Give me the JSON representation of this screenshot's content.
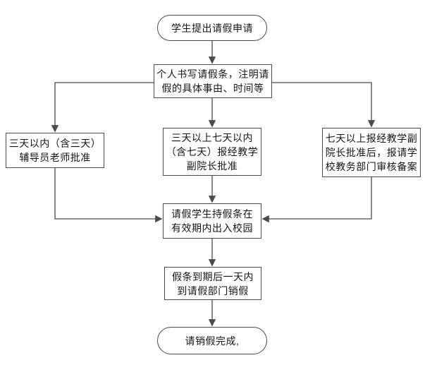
{
  "diagram": {
    "type": "flowchart",
    "nodes": {
      "start": {
        "shape": "stadium",
        "label": [
          "学生提出请假申请"
        ]
      },
      "write": {
        "shape": "rectangle",
        "label": [
          "个人书写请假条，注明请",
          "假的具体事由、时间等"
        ]
      },
      "within3": {
        "shape": "rectangle",
        "label": [
          "三天以内（含三天）",
          "辅导员老师批准"
        ]
      },
      "days3to7": {
        "shape": "rectangle",
        "label": [
          "三天以上七天以内",
          "（含七天）报经教学",
          "副院长批准"
        ]
      },
      "over7": {
        "shape": "rectangle",
        "label": [
          "七天以上报经教学副",
          "院长批准后，报请学",
          "校教务部门审核备案"
        ]
      },
      "campus": {
        "shape": "rectangle",
        "label": [
          "请假学生持假条在",
          "有效期内出入校园"
        ]
      },
      "cancel": {
        "shape": "rectangle",
        "label": [
          "假条到期后一天内",
          "到请假部门销假"
        ]
      },
      "end": {
        "shape": "stadium",
        "label": [
          "请销假完成,"
        ]
      }
    },
    "edges": [
      {
        "from": "start",
        "to": "write",
        "route": "straight-down"
      },
      {
        "from": "write",
        "to": "within3",
        "route": "left-elbow"
      },
      {
        "from": "write",
        "to": "days3to7",
        "route": "straight-down"
      },
      {
        "from": "write",
        "to": "over7",
        "route": "right-elbow"
      },
      {
        "from": "within3",
        "to": "campus",
        "route": "down-then-right"
      },
      {
        "from": "days3to7",
        "to": "campus",
        "route": "straight-down"
      },
      {
        "from": "over7",
        "to": "campus",
        "route": "down-then-left"
      },
      {
        "from": "campus",
        "to": "cancel",
        "route": "straight-down"
      },
      {
        "from": "cancel",
        "to": "end",
        "route": "straight-down"
      }
    ],
    "colors": {
      "line": "#4a4a4a",
      "border": "#4a4a4a",
      "text": "#141414",
      "background": "#ffffff",
      "node_fill": "#ffffff"
    }
  }
}
